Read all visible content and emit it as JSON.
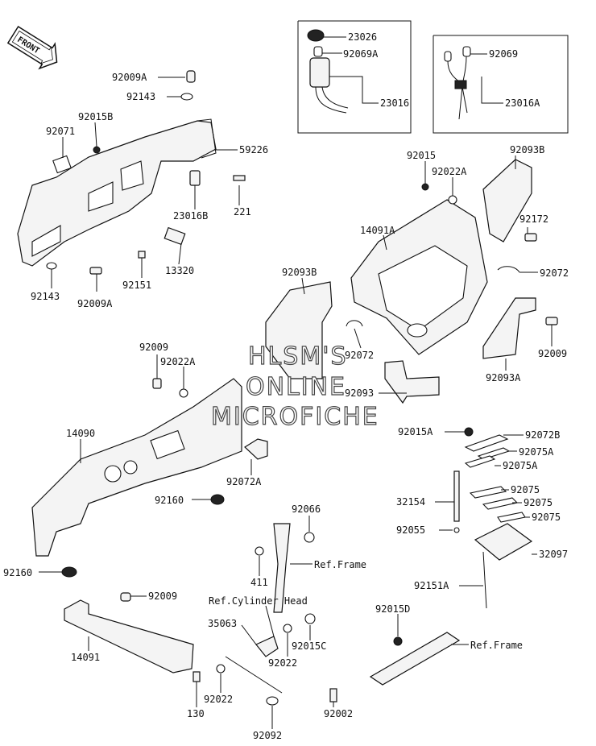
{
  "front_badge": "FRONT",
  "watermark": [
    "HLSM'S",
    "ONLINE",
    "MICROFICHE"
  ],
  "callouts": {
    "p23026": "23026",
    "p92069a": "92069A",
    "p23016": "23016",
    "p92069": "92069",
    "p23016a": "23016A",
    "p92009a_top": "92009A",
    "p92143_top": "92143",
    "p92015b": "92015B",
    "p92071": "92071",
    "p59226": "59226",
    "p221": "221",
    "p23016b": "23016B",
    "p13320": "13320",
    "p92151": "92151",
    "p92143_bot": "92143",
    "p92009a_bot": "92009A",
    "p92015": "92015",
    "p92022a_top": "92022A",
    "p92093b_top": "92093B",
    "p92172": "92172",
    "p14091a": "14091A",
    "p92072_right": "92072",
    "p92093b_mid": "92093B",
    "p92072_mid": "92072",
    "p92009_right": "92009",
    "p92093a": "92093A",
    "p92009_left": "92009",
    "p92022a_left": "92022A",
    "p92093": "92093",
    "p14090": "14090",
    "p92072a": "92072A",
    "p92160_mid": "92160",
    "p92160_left": "92160",
    "p92015a": "92015A",
    "p92072b": "92072B",
    "p92075a_1": "92075A",
    "p92075a_2": "92075A",
    "p32154": "32154",
    "p92075_1": "92075",
    "p92075_2": "92075",
    "p92075_3": "92075",
    "p92055": "92055",
    "p32097": "32097",
    "p92151a": "92151A",
    "p92066": "92066",
    "p411": "411",
    "ref_frame_1": "Ref.Frame",
    "p92009_bot": "92009",
    "p14091": "14091",
    "ref_cyl": "Ref.Cylinder Head",
    "p35063": "35063",
    "p92015c": "92015C",
    "p92022_mid": "92022",
    "p92015d": "92015D",
    "ref_frame_2": "Ref.Frame",
    "p130": "130",
    "p92022_bot": "92022",
    "p92002": "92002",
    "p92092": "92092"
  }
}
